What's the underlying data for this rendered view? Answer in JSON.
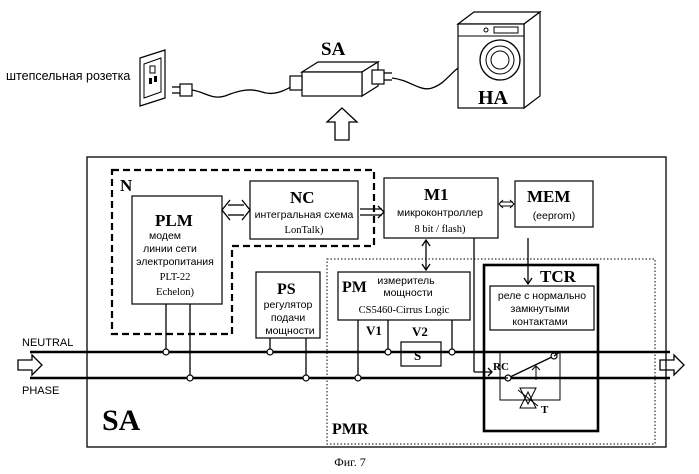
{
  "top": {
    "socket_label": "штепсельная розетка",
    "sa_label": "SA",
    "ha_label": "HA"
  },
  "frame": {
    "sa_big_label": "SA",
    "n_label": "N",
    "pmr_label": "PMR"
  },
  "blocks": {
    "plm": {
      "title": "PLM",
      "lines": [
        "модем",
        "линии сети",
        "электропитания",
        "PLT-22",
        "Echelon)"
      ]
    },
    "nc": {
      "title": "NC",
      "lines": [
        "интегральная схема",
        "LonTalk)"
      ]
    },
    "m1": {
      "title": "M1",
      "lines": [
        "микроконтроллер",
        "8 bit / flash)"
      ]
    },
    "mem": {
      "title": "MEM",
      "lines": [
        "(eeprom)"
      ]
    },
    "ps": {
      "title": "PS",
      "lines": [
        "регулятор",
        "подачи",
        "мощности"
      ]
    },
    "pm": {
      "title": "PM",
      "lines": [
        "измеритель",
        "мощности",
        "CS5460-Cirrus Logic"
      ]
    },
    "tcr": {
      "title": "TCR",
      "lines": [
        "реле с нормально",
        "замкнутыми",
        "контактами"
      ]
    },
    "s": {
      "title": "S"
    }
  },
  "labels": {
    "v1": "V1",
    "v2": "V2",
    "rc": "RC",
    "t": "T",
    "neutral": "NEUTRAL",
    "phase": "PHASE"
  },
  "caption": "Фиг. 7"
}
